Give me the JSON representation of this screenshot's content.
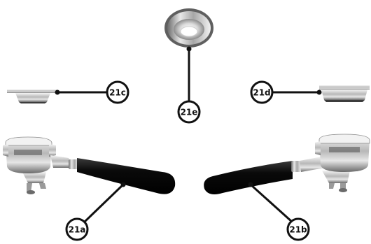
{
  "callouts": [
    {
      "id": "21a",
      "label": "21a"
    },
    {
      "id": "21b",
      "label": "21b"
    },
    {
      "id": "21c",
      "label": "21c"
    },
    {
      "id": "21d",
      "label": "21d"
    },
    {
      "id": "21e",
      "label": "21e"
    }
  ],
  "colors": {
    "line": "#111111",
    "handle": "#0b0b0b",
    "metal_light": "#e8e8e8",
    "metal_mid": "#b4b4b4",
    "metal_dark": "#5e5e5e",
    "background": "#ffffff"
  }
}
